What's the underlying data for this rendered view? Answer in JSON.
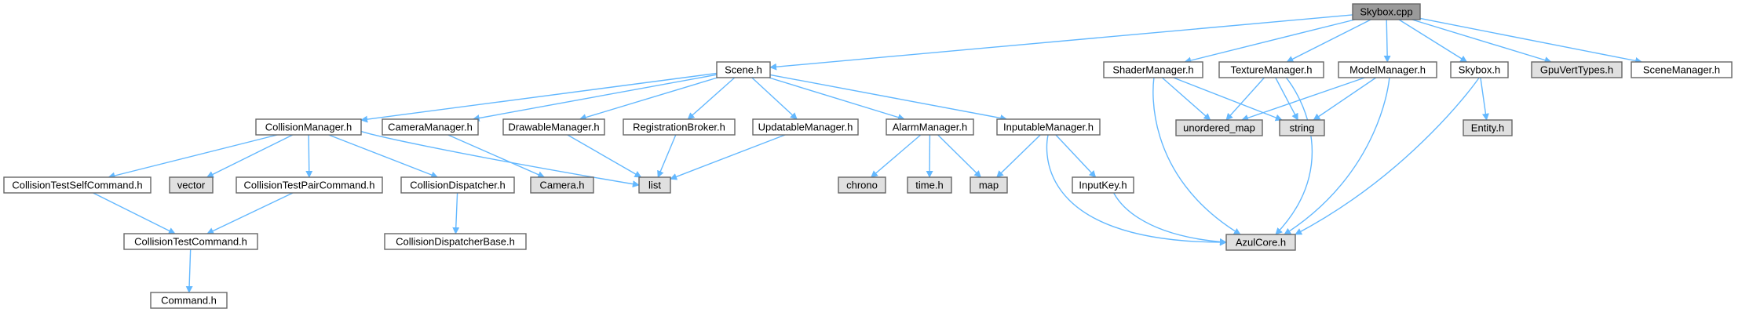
{
  "colors": {
    "edge": "#63b8ff",
    "node_border": "#666666",
    "node_fill": "#ffffff",
    "external_fill": "#e0e0e0",
    "root_fill": "#9a9a9a"
  },
  "nodes": [
    {
      "id": "skybox_cpp",
      "label": "Skybox.cpp",
      "kind": "root"
    },
    {
      "id": "scene_h",
      "label": "Scene.h",
      "kind": "project"
    },
    {
      "id": "shadermanager_h",
      "label": "ShaderManager.h",
      "kind": "project"
    },
    {
      "id": "texturemanager_h",
      "label": "TextureManager.h",
      "kind": "project"
    },
    {
      "id": "modelmanager_h",
      "label": "ModelManager.h",
      "kind": "project"
    },
    {
      "id": "skybox_h",
      "label": "Skybox.h",
      "kind": "project"
    },
    {
      "id": "gpuverttypes_h",
      "label": "GpuVertTypes.h",
      "kind": "external"
    },
    {
      "id": "scenemanager_h",
      "label": "SceneManager.h",
      "kind": "project"
    },
    {
      "id": "collisionmanager_h",
      "label": "CollisionManager.h",
      "kind": "project"
    },
    {
      "id": "cameramanager_h",
      "label": "CameraManager.h",
      "kind": "project"
    },
    {
      "id": "drawablemanager_h",
      "label": "DrawableManager.h",
      "kind": "project"
    },
    {
      "id": "registrationbroker_h",
      "label": "RegistrationBroker.h",
      "kind": "project"
    },
    {
      "id": "updatablemanager_h",
      "label": "UpdatableManager.h",
      "kind": "project"
    },
    {
      "id": "alarmmanager_h",
      "label": "AlarmManager.h",
      "kind": "project"
    },
    {
      "id": "inputablemanager_h",
      "label": "InputableManager.h",
      "kind": "project"
    },
    {
      "id": "unordered_map",
      "label": "unordered_map",
      "kind": "external"
    },
    {
      "id": "string",
      "label": "string",
      "kind": "external"
    },
    {
      "id": "entity_h",
      "label": "Entity.h",
      "kind": "external"
    },
    {
      "id": "collisiontestselfcommand_h",
      "label": "CollisionTestSelfCommand.h",
      "kind": "project"
    },
    {
      "id": "vector",
      "label": "vector",
      "kind": "external"
    },
    {
      "id": "collisiontestpaircommand_h",
      "label": "CollisionTestPairCommand.h",
      "kind": "project"
    },
    {
      "id": "collisiondispatcher_h",
      "label": "CollisionDispatcher.h",
      "kind": "project"
    },
    {
      "id": "camera_h",
      "label": "Camera.h",
      "kind": "external"
    },
    {
      "id": "list",
      "label": "list",
      "kind": "external"
    },
    {
      "id": "chrono",
      "label": "chrono",
      "kind": "external"
    },
    {
      "id": "time_h",
      "label": "time.h",
      "kind": "external"
    },
    {
      "id": "map",
      "label": "map",
      "kind": "external"
    },
    {
      "id": "inputkey_h",
      "label": "InputKey.h",
      "kind": "project"
    },
    {
      "id": "collisiontestcommand_h",
      "label": "CollisionTestCommand.h",
      "kind": "project"
    },
    {
      "id": "collisiondispatcherbase_h",
      "label": "CollisionDispatcherBase.h",
      "kind": "project"
    },
    {
      "id": "azulcore_h",
      "label": "AzulCore.h",
      "kind": "external"
    },
    {
      "id": "command_h",
      "label": "Command.h",
      "kind": "project"
    }
  ],
  "edges": [
    [
      "skybox_cpp",
      "scene_h"
    ],
    [
      "skybox_cpp",
      "shadermanager_h"
    ],
    [
      "skybox_cpp",
      "texturemanager_h"
    ],
    [
      "skybox_cpp",
      "modelmanager_h"
    ],
    [
      "skybox_cpp",
      "skybox_h"
    ],
    [
      "skybox_cpp",
      "gpuverttypes_h"
    ],
    [
      "skybox_cpp",
      "scenemanager_h"
    ],
    [
      "scene_h",
      "collisionmanager_h"
    ],
    [
      "scene_h",
      "cameramanager_h"
    ],
    [
      "scene_h",
      "drawablemanager_h"
    ],
    [
      "scene_h",
      "registrationbroker_h"
    ],
    [
      "scene_h",
      "updatablemanager_h"
    ],
    [
      "scene_h",
      "alarmmanager_h"
    ],
    [
      "scene_h",
      "inputablemanager_h"
    ],
    [
      "shadermanager_h",
      "unordered_map"
    ],
    [
      "shadermanager_h",
      "string"
    ],
    [
      "shadermanager_h",
      "azulcore_h"
    ],
    [
      "texturemanager_h",
      "unordered_map"
    ],
    [
      "texturemanager_h",
      "string"
    ],
    [
      "texturemanager_h",
      "azulcore_h"
    ],
    [
      "modelmanager_h",
      "unordered_map"
    ],
    [
      "modelmanager_h",
      "string"
    ],
    [
      "modelmanager_h",
      "azulcore_h"
    ],
    [
      "skybox_h",
      "entity_h"
    ],
    [
      "skybox_h",
      "azulcore_h"
    ],
    [
      "collisionmanager_h",
      "collisiontestselfcommand_h"
    ],
    [
      "collisionmanager_h",
      "vector"
    ],
    [
      "collisionmanager_h",
      "collisiontestpaircommand_h"
    ],
    [
      "collisionmanager_h",
      "collisiondispatcher_h"
    ],
    [
      "collisionmanager_h",
      "list"
    ],
    [
      "cameramanager_h",
      "camera_h"
    ],
    [
      "drawablemanager_h",
      "list"
    ],
    [
      "registrationbroker_h",
      "list"
    ],
    [
      "updatablemanager_h",
      "list"
    ],
    [
      "alarmmanager_h",
      "chrono"
    ],
    [
      "alarmmanager_h",
      "time_h"
    ],
    [
      "alarmmanager_h",
      "map"
    ],
    [
      "inputablemanager_h",
      "map"
    ],
    [
      "inputablemanager_h",
      "inputkey_h"
    ],
    [
      "inputablemanager_h",
      "azulcore_h"
    ],
    [
      "collisiontestselfcommand_h",
      "collisiontestcommand_h"
    ],
    [
      "collisiontestpaircommand_h",
      "collisiontestcommand_h"
    ],
    [
      "collisiondispatcher_h",
      "collisiondispatcherbase_h"
    ],
    [
      "collisiontestcommand_h",
      "command_h"
    ],
    [
      "inputkey_h",
      "azulcore_h"
    ]
  ]
}
